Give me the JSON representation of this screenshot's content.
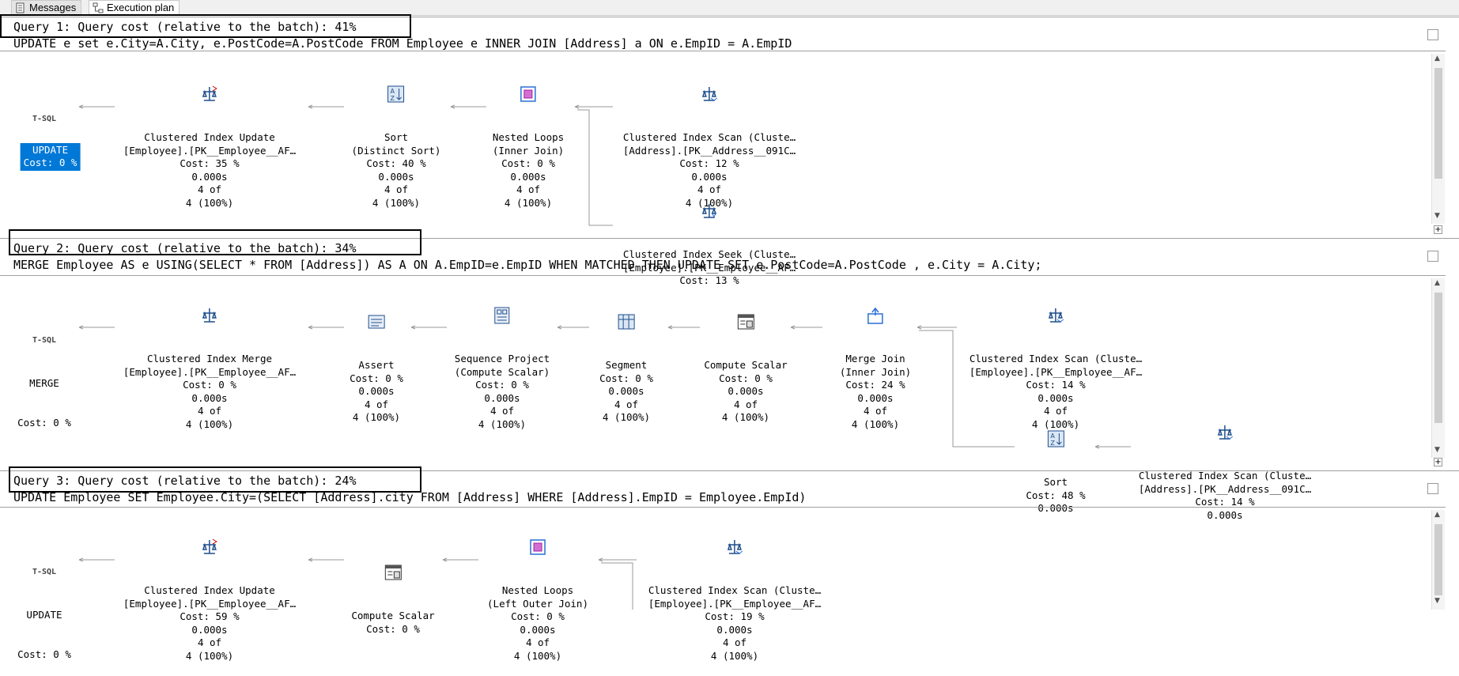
{
  "tabs": {
    "messages": "Messages",
    "plan": "Execution plan"
  },
  "queries": [
    {
      "header": "Query 1: Query cost (relative to the batch): 41%",
      "sql": "UPDATE e set e.City=A.City, e.PostCode=A.PostCode FROM Employee e INNER JOIN [Address] a ON e.EmpID = A.EmpID",
      "root": {
        "tag": "T-SQL",
        "op": "UPDATE",
        "cost": "Cost: 0 %"
      },
      "nodes": [
        {
          "icon": "clustered-index-update-icon",
          "lines": [
            "Clustered Index Update",
            "[Employee].[PK__Employee__AF…",
            "Cost: 35 %",
            "0.000s",
            "4 of",
            "4 (100%)"
          ]
        },
        {
          "icon": "sort-icon",
          "lines": [
            "Sort",
            "(Distinct Sort)",
            "Cost: 40 %",
            "0.000s",
            "4 of",
            "4 (100%)"
          ]
        },
        {
          "icon": "nested-loops-icon",
          "lines": [
            "Nested Loops",
            "(Inner Join)",
            "Cost: 0 %",
            "0.000s",
            "4 of",
            "4 (100%)"
          ]
        },
        {
          "icon": "clustered-index-scan-icon",
          "lines": [
            "Clustered Index Scan (Cluste…",
            "[Address].[PK__Address__091C…",
            "Cost: 12 %",
            "0.000s",
            "4 of",
            "4 (100%)"
          ]
        },
        {
          "icon": "clustered-index-seek-icon",
          "lines": [
            "Clustered Index Seek (Cluste…",
            "[Employee].[PK__Employee__AF…",
            "Cost: 13 %"
          ]
        }
      ]
    },
    {
      "header": "Query 2: Query cost (relative to the batch): 34%",
      "sql": "MERGE Employee AS e USING(SELECT * FROM [Address]) AS A ON A.EmpID=e.EmpID WHEN MATCHED THEN UPDATE SET e.PostCode=A.PostCode , e.City = A.City;",
      "root": {
        "tag": "T-SQL",
        "op": "MERGE",
        "cost": "Cost: 0 %"
      },
      "nodes": [
        {
          "icon": "clustered-index-merge-icon",
          "lines": [
            "Clustered Index Merge",
            "[Employee].[PK__Employee__AF…",
            "Cost: 0 %",
            "0.000s",
            "4 of",
            "4 (100%)"
          ]
        },
        {
          "icon": "assert-icon",
          "lines": [
            "Assert",
            "Cost: 0 %",
            "0.000s",
            "4 of",
            "4 (100%)"
          ]
        },
        {
          "icon": "sequence-project-icon",
          "lines": [
            "Sequence Project",
            "(Compute Scalar)",
            "Cost: 0 %",
            "0.000s",
            "4 of",
            "4 (100%)"
          ]
        },
        {
          "icon": "segment-icon",
          "lines": [
            "Segment",
            "Cost: 0 %",
            "0.000s",
            "4 of",
            "4 (100%)"
          ]
        },
        {
          "icon": "compute-scalar-icon",
          "lines": [
            "Compute Scalar",
            "Cost: 0 %",
            "0.000s",
            "4 of",
            "4 (100%)"
          ]
        },
        {
          "icon": "merge-join-icon",
          "lines": [
            "Merge Join",
            "(Inner Join)",
            "Cost: 24 %",
            "0.000s",
            "4 of",
            "4 (100%)"
          ]
        },
        {
          "icon": "clustered-index-scan-icon",
          "lines": [
            "Clustered Index Scan (Cluste…",
            "[Employee].[PK__Employee__AF…",
            "Cost: 14 %",
            "0.000s",
            "4 of",
            "4 (100%)"
          ]
        },
        {
          "icon": "sort-icon",
          "lines": [
            "Sort",
            "Cost: 48 %",
            "0.000s"
          ]
        },
        {
          "icon": "clustered-index-scan-icon",
          "lines": [
            "Clustered Index Scan (Cluste…",
            "[Address].[PK__Address__091C…",
            "Cost: 14 %",
            "0.000s"
          ]
        }
      ]
    },
    {
      "header": "Query 3: Query cost (relative to the batch): 24%",
      "sql": "UPDATE Employee SET Employee.City=(SELECT [Address].city FROM [Address] WHERE [Address].EmpID = Employee.EmpId)",
      "root": {
        "tag": "T-SQL",
        "op": "UPDATE",
        "cost": "Cost: 0 %"
      },
      "nodes": [
        {
          "icon": "clustered-index-update-icon",
          "lines": [
            "Clustered Index Update",
            "[Employee].[PK__Employee__AF…",
            "Cost: 59 %",
            "0.000s",
            "4 of",
            "4 (100%)"
          ]
        },
        {
          "icon": "compute-scalar-icon",
          "lines": [
            "Compute Scalar",
            "Cost: 0 %"
          ]
        },
        {
          "icon": "nested-loops-icon",
          "lines": [
            "Nested Loops",
            "(Left Outer Join)",
            "Cost: 0 %",
            "0.000s",
            "4 of",
            "4 (100%)"
          ]
        },
        {
          "icon": "clustered-index-scan-icon",
          "lines": [
            "Clustered Index Scan (Cluste…",
            "[Employee].[PK__Employee__AF…",
            "Cost: 19 %",
            "0.000s",
            "4 of",
            "4 (100%)"
          ]
        }
      ]
    }
  ]
}
